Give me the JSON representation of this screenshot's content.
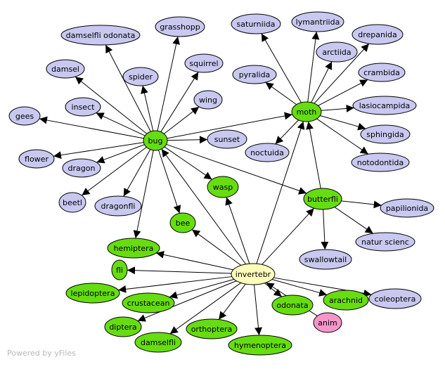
{
  "watermark": "Powered by yFiles",
  "colors": {
    "lavender": "#c8c8f0",
    "green": "#66dd11",
    "yellow": "#ffffbb",
    "pink": "#f596c8",
    "edge": "#000000"
  },
  "nodes": [
    {
      "id": "bug",
      "label": "bug",
      "color": "green"
    },
    {
      "id": "moth",
      "label": "moth",
      "color": "green"
    },
    {
      "id": "invertebr",
      "label": "invertebr",
      "color": "yellow"
    },
    {
      "id": "butterfli",
      "label": "butterfli",
      "color": "green"
    },
    {
      "id": "damselfli_odonata",
      "label": "damselfli odonata",
      "color": "lavender"
    },
    {
      "id": "grasshopp",
      "label": "grasshopp",
      "color": "lavender"
    },
    {
      "id": "damsel",
      "label": "damsel",
      "color": "lavender"
    },
    {
      "id": "spider",
      "label": "spider",
      "color": "lavender"
    },
    {
      "id": "squirrel",
      "label": "squirrel",
      "color": "lavender"
    },
    {
      "id": "insect",
      "label": "insect",
      "color": "lavender"
    },
    {
      "id": "wing",
      "label": "wing",
      "color": "lavender"
    },
    {
      "id": "gees",
      "label": "gees",
      "color": "lavender"
    },
    {
      "id": "sunset",
      "label": "sunset",
      "color": "lavender"
    },
    {
      "id": "flower",
      "label": "flower",
      "color": "lavender"
    },
    {
      "id": "dragon",
      "label": "dragon",
      "color": "lavender"
    },
    {
      "id": "beetl",
      "label": "beetl",
      "color": "lavender"
    },
    {
      "id": "dragonfli",
      "label": "dragonfli",
      "color": "lavender"
    },
    {
      "id": "saturniida",
      "label": "saturniida",
      "color": "lavender"
    },
    {
      "id": "lymantriida",
      "label": "lymantriida",
      "color": "lavender"
    },
    {
      "id": "drepanida",
      "label": "drepanida",
      "color": "lavender"
    },
    {
      "id": "arctiida",
      "label": "arctiida",
      "color": "lavender"
    },
    {
      "id": "pyralida",
      "label": "pyralida",
      "color": "lavender"
    },
    {
      "id": "crambida",
      "label": "crambida",
      "color": "lavender"
    },
    {
      "id": "lasiocampida",
      "label": "lasiocampida",
      "color": "lavender"
    },
    {
      "id": "sphingida",
      "label": "sphingida",
      "color": "lavender"
    },
    {
      "id": "noctuida",
      "label": "noctuida",
      "color": "lavender"
    },
    {
      "id": "notodontida",
      "label": "notodontida",
      "color": "lavender"
    },
    {
      "id": "wasp",
      "label": "wasp",
      "color": "green"
    },
    {
      "id": "bee",
      "label": "bee",
      "color": "green"
    },
    {
      "id": "papilionida",
      "label": "papilionida",
      "color": "lavender"
    },
    {
      "id": "natur_scienc",
      "label": "natur scienc",
      "color": "lavender"
    },
    {
      "id": "swallowtail",
      "label": "swallowtail",
      "color": "lavender"
    },
    {
      "id": "hemiptera",
      "label": "hemiptera",
      "color": "green"
    },
    {
      "id": "fli",
      "label": "fli",
      "color": "green"
    },
    {
      "id": "lepidoptera",
      "label": "lepidoptera",
      "color": "green"
    },
    {
      "id": "crustacean",
      "label": "crustacean",
      "color": "green"
    },
    {
      "id": "arachnid",
      "label": "arachnid",
      "color": "green"
    },
    {
      "id": "coleoptera",
      "label": "coleoptera",
      "color": "lavender"
    },
    {
      "id": "diptera",
      "label": "diptera",
      "color": "green"
    },
    {
      "id": "damselfli",
      "label": "damselfli",
      "color": "green"
    },
    {
      "id": "orthoptera",
      "label": "orthoptera",
      "color": "green"
    },
    {
      "id": "odonata",
      "label": "odonata",
      "color": "green"
    },
    {
      "id": "anim",
      "label": "anim",
      "color": "pink"
    },
    {
      "id": "hymenoptera",
      "label": "hymenoptera",
      "color": "green"
    }
  ],
  "edges": [
    [
      "bug",
      "damselfli_odonata"
    ],
    [
      "bug",
      "grasshopp"
    ],
    [
      "bug",
      "damsel"
    ],
    [
      "bug",
      "spider"
    ],
    [
      "bug",
      "squirrel"
    ],
    [
      "bug",
      "insect"
    ],
    [
      "bug",
      "wing"
    ],
    [
      "bug",
      "gees"
    ],
    [
      "bug",
      "sunset"
    ],
    [
      "bug",
      "flower"
    ],
    [
      "bug",
      "dragon"
    ],
    [
      "bug",
      "beetl"
    ],
    [
      "bug",
      "dragonfli"
    ],
    [
      "bug",
      "moth"
    ],
    [
      "bug",
      "wasp"
    ],
    [
      "bug",
      "bee"
    ],
    [
      "bug",
      "butterfli"
    ],
    [
      "bug",
      "hemiptera"
    ],
    [
      "moth",
      "saturniida"
    ],
    [
      "moth",
      "lymantriida"
    ],
    [
      "moth",
      "drepanida"
    ],
    [
      "moth",
      "arctiida"
    ],
    [
      "moth",
      "pyralida"
    ],
    [
      "moth",
      "crambida"
    ],
    [
      "moth",
      "lasiocampida"
    ],
    [
      "moth",
      "sphingida"
    ],
    [
      "moth",
      "noctuida"
    ],
    [
      "moth",
      "notodontida"
    ],
    [
      "butterfli",
      "moth"
    ],
    [
      "butterfli",
      "papilionida"
    ],
    [
      "butterfli",
      "natur_scienc"
    ],
    [
      "butterfli",
      "swallowtail"
    ],
    [
      "invertebr",
      "bug"
    ],
    [
      "invertebr",
      "moth"
    ],
    [
      "invertebr",
      "butterfli"
    ],
    [
      "invertebr",
      "wasp"
    ],
    [
      "invertebr",
      "bee"
    ],
    [
      "invertebr",
      "hemiptera"
    ],
    [
      "invertebr",
      "fli"
    ],
    [
      "invertebr",
      "lepidoptera"
    ],
    [
      "invertebr",
      "crustacean"
    ],
    [
      "invertebr",
      "arachnid"
    ],
    [
      "invertebr",
      "coleoptera"
    ],
    [
      "invertebr",
      "diptera"
    ],
    [
      "invertebr",
      "damselfli"
    ],
    [
      "invertebr",
      "orthoptera"
    ],
    [
      "invertebr",
      "odonata"
    ],
    [
      "invertebr",
      "hymenoptera"
    ],
    [
      "anim",
      "invertebr"
    ]
  ]
}
